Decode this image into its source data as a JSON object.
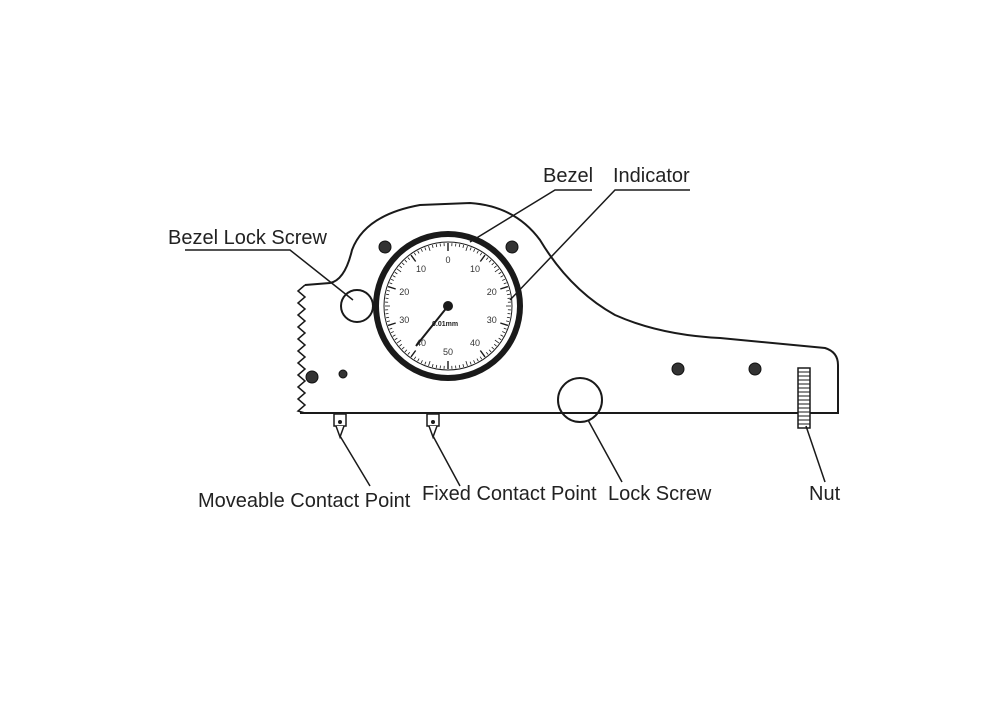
{
  "labels": {
    "bezel": "Bezel",
    "indicator": "Indicator",
    "bezel_lock_screw": "Bezel Lock Screw",
    "moveable_contact_point": "Moveable Contact Point",
    "fixed_contact_point": "Fixed Contact Point",
    "lock_screw": "Lock Screw",
    "nut": "Nut"
  },
  "dial": {
    "scale_labels": [
      "0",
      "10",
      "20",
      "30",
      "40",
      "50",
      "40",
      "30",
      "20",
      "10"
    ],
    "brand_text": "0.01mm"
  },
  "colors": {
    "ink": "#1a1a1a",
    "background": "#ffffff"
  }
}
